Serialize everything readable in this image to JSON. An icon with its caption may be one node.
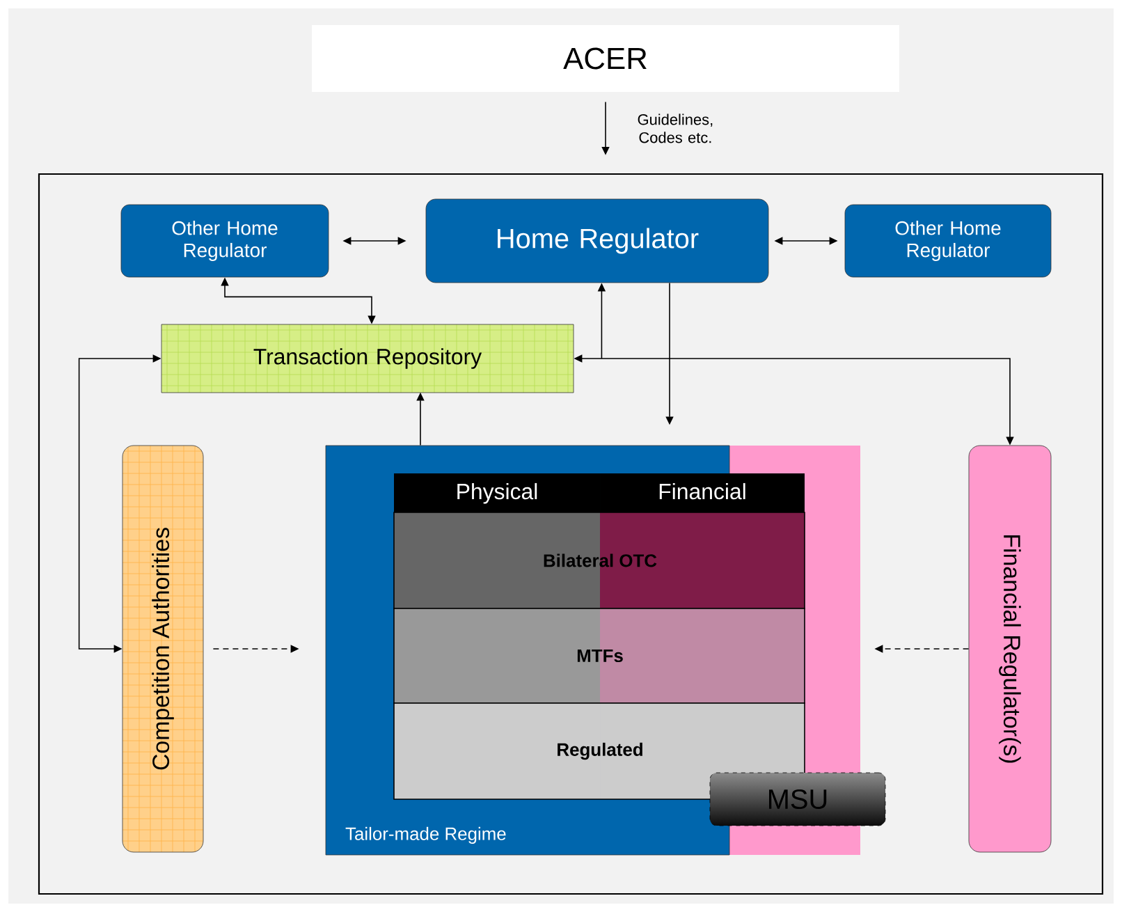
{
  "diagram": {
    "nodes": [
      {
        "text": [
          "ACER"
        ]
      },
      {
        "text": [],
        "shape": "box"
      },
      {
        "text": [
          "Other Home Regulator"
        ],
        "in": 1
      },
      {
        "text": [
          "Home Regulator"
        ],
        "in": 1
      },
      {
        "text": [
          "Other Home Regulator"
        ],
        "in": 1
      },
      {
        "text": [
          "Transaction Repository"
        ],
        "in": 1
      },
      {
        "text": [
          "Competition Authorities"
        ],
        "in": 1
      },
      {
        "text": [
          "Tailor-made Regime"
        ],
        "in": 1
      },
      {
        "text": [],
        "shape": "bar",
        "in": 1
      },
      {
        "text": [
          "MSU"
        ],
        "in": 1
      },
      {
        "text": [
          "Financial Regulator(s)"
        ],
        "in": 1
      }
    ],
    "edges": [
      {
        "from": 0,
        "to": 1,
        "arrow": "to",
        "label": "Guidelines, Codes etc."
      },
      {
        "from": 2,
        "to": 3,
        "arrow": "both"
      },
      {
        "from": 3,
        "to": 4,
        "arrow": "both"
      },
      {
        "from": 2,
        "to": 5,
        "arrow": "both"
      },
      {
        "from": 5,
        "to": 3,
        "arrow": "to"
      },
      {
        "from": 10,
        "to": 5,
        "arrow": "both"
      },
      {
        "from": 5,
        "to": 6,
        "arrow": "both"
      },
      {
        "from": 7,
        "to": 5,
        "arrow": "to"
      },
      {
        "from": 3,
        "to": 7,
        "arrow": "to"
      },
      {
        "from": 6,
        "to": 7,
        "arrow": "to",
        "style": "dashed"
      },
      {
        "from": 10,
        "to": 8,
        "arrow": "to",
        "style": "dashed"
      }
    ],
    "labels": [
      "Physical",
      "Financial",
      "Bilateral OTC",
      "MTFs",
      "Regulated"
    ]
  }
}
